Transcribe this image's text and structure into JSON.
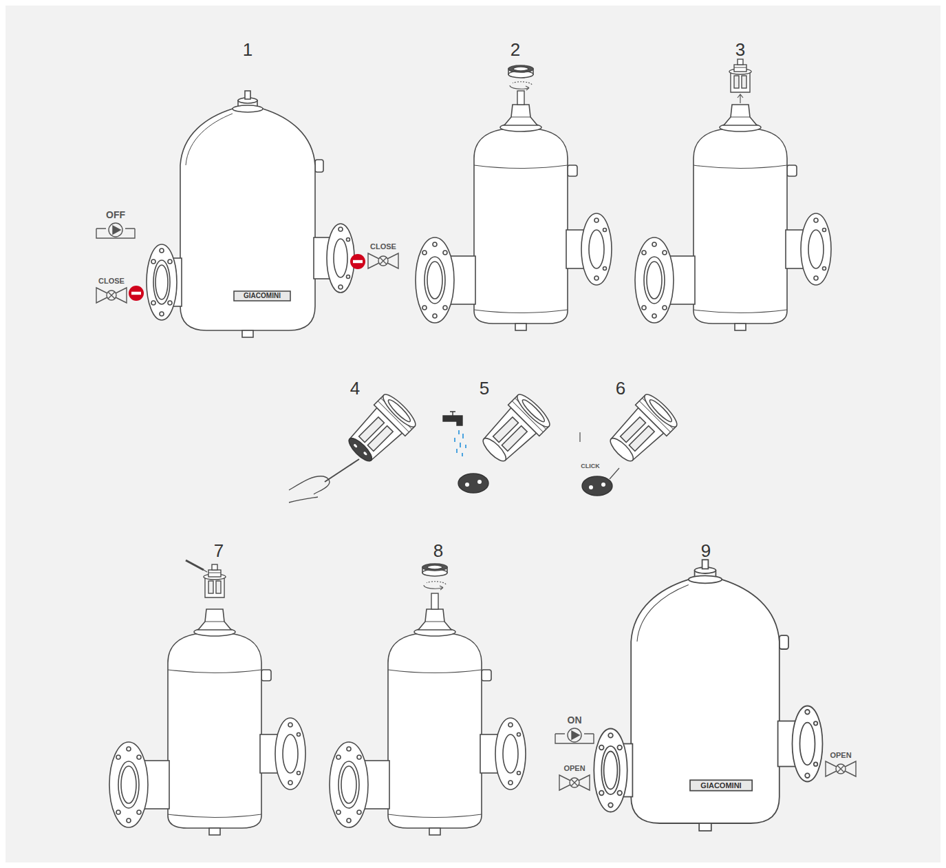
{
  "diagram": {
    "labels": [
      "1",
      "OFF",
      "CLOSE",
      "CLOSE",
      "GIACOMINI",
      "2",
      "3",
      "4",
      "5",
      "6",
      "CLICK",
      "7",
      "8",
      "9",
      "ON",
      "OPEN",
      "OPEN",
      "GIACOMINI"
    ]
  }
}
